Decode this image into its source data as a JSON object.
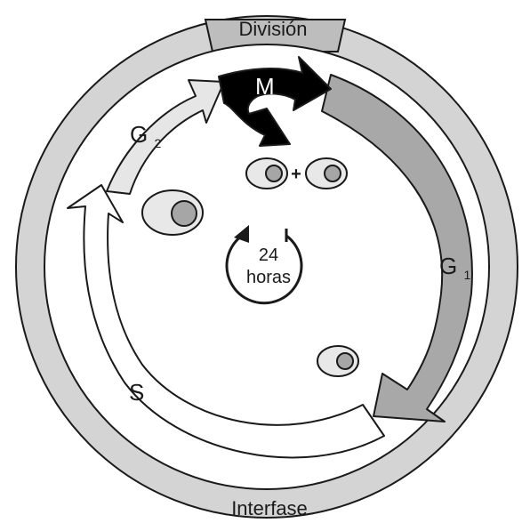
{
  "ring": {
    "top_label": "División",
    "bottom_label": "Interfase"
  },
  "phases": {
    "m": "M",
    "g1": "G",
    "g1_sub": "1",
    "g2": "G",
    "g2_sub": "2",
    "s": "S"
  },
  "center": {
    "number": "24",
    "unit": "horas",
    "plus": "+"
  },
  "colors": {
    "ring_fill": "#d4d4d4",
    "division_band": "#bdbdbd",
    "m_phase": "#000000",
    "g1_phase": "#a8a8a8",
    "g2_phase": "#e6e6e6",
    "s_phase": "#ffffff",
    "cell_body": "#e8e8e8",
    "cell_nucleus": "#a6a6a6"
  }
}
